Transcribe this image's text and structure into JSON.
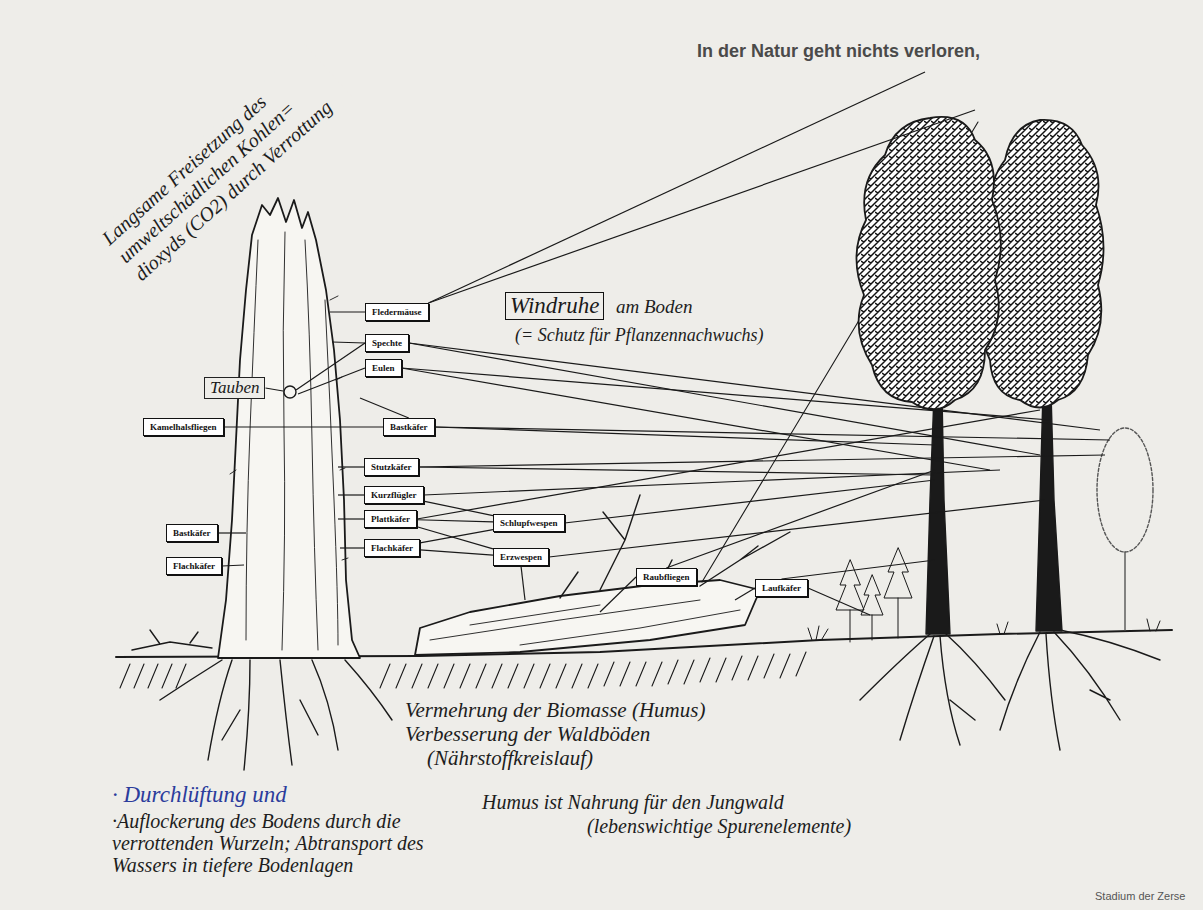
{
  "diagram": {
    "nodes": [
      {
        "text": [
          "Fledermäuse"
        ]
      },
      {
        "text": [
          "Windruhe"
        ]
      },
      {
        "text": [
          "Spechte"
        ]
      },
      {
        "text": [
          "Eulen"
        ]
      },
      {
        "text": [
          "Tauben"
        ]
      },
      {
        "text": [
          "Kamelhalsfliegen"
        ]
      },
      {
        "text": [
          "Bastkäfer"
        ]
      },
      {
        "text": [
          "Stutzkäfer"
        ]
      },
      {
        "text": [
          "Kurzflügler"
        ]
      },
      {
        "text": [
          "Plattkäfer"
        ]
      },
      {
        "text": [
          "Schlupfwespen"
        ]
      },
      {
        "text": [
          "Bastkäfer"
        ]
      },
      {
        "text": [
          "Flachkäfer"
        ]
      },
      {
        "text": [
          "Erzwespen"
        ]
      },
      {
        "text": [
          "Flachkäfer"
        ]
      },
      {
        "text": [
          "Raubfliegen"
        ]
      },
      {
        "text": [
          "Laufkäfer"
        ]
      }
    ],
    "edges": [
      {
        "from": 5,
        "to": 6,
        "arrow": "none"
      },
      {
        "from": 8,
        "to": 10,
        "arrow": "none"
      },
      {
        "from": 9,
        "to": 10,
        "arrow": "none"
      },
      {
        "from": 12,
        "to": 10,
        "arrow": "none"
      },
      {
        "from": 9,
        "to": 13,
        "arrow": "none"
      },
      {
        "from": 12,
        "to": 13,
        "arrow": "none"
      }
    ],
    "labels": [
      "Langsame Freisetzung des umweltschädlichen Kohlen= dioxyds (CO2) durch Verrottung",
      "am Boden",
      "(= Schutz für Pflanzennachwuchs)",
      "In der Natur geht nichts verloren,",
      "Vermehrung der Biomasse (Humus)",
      "Verbesserung der Waldböden (Nährstoffkreislauf)",
      "Humus ist Nahrung für den Jungwald (lebenswichtige Spurenelemente)",
      "· Durchlüftung und",
      "·Auflockerung des Bodens durch die verrottenden Wurzeln; Abtransport des Wassers in tiefere Bodenlagen",
      "Stadium der Zerse"
    ]
  }
}
